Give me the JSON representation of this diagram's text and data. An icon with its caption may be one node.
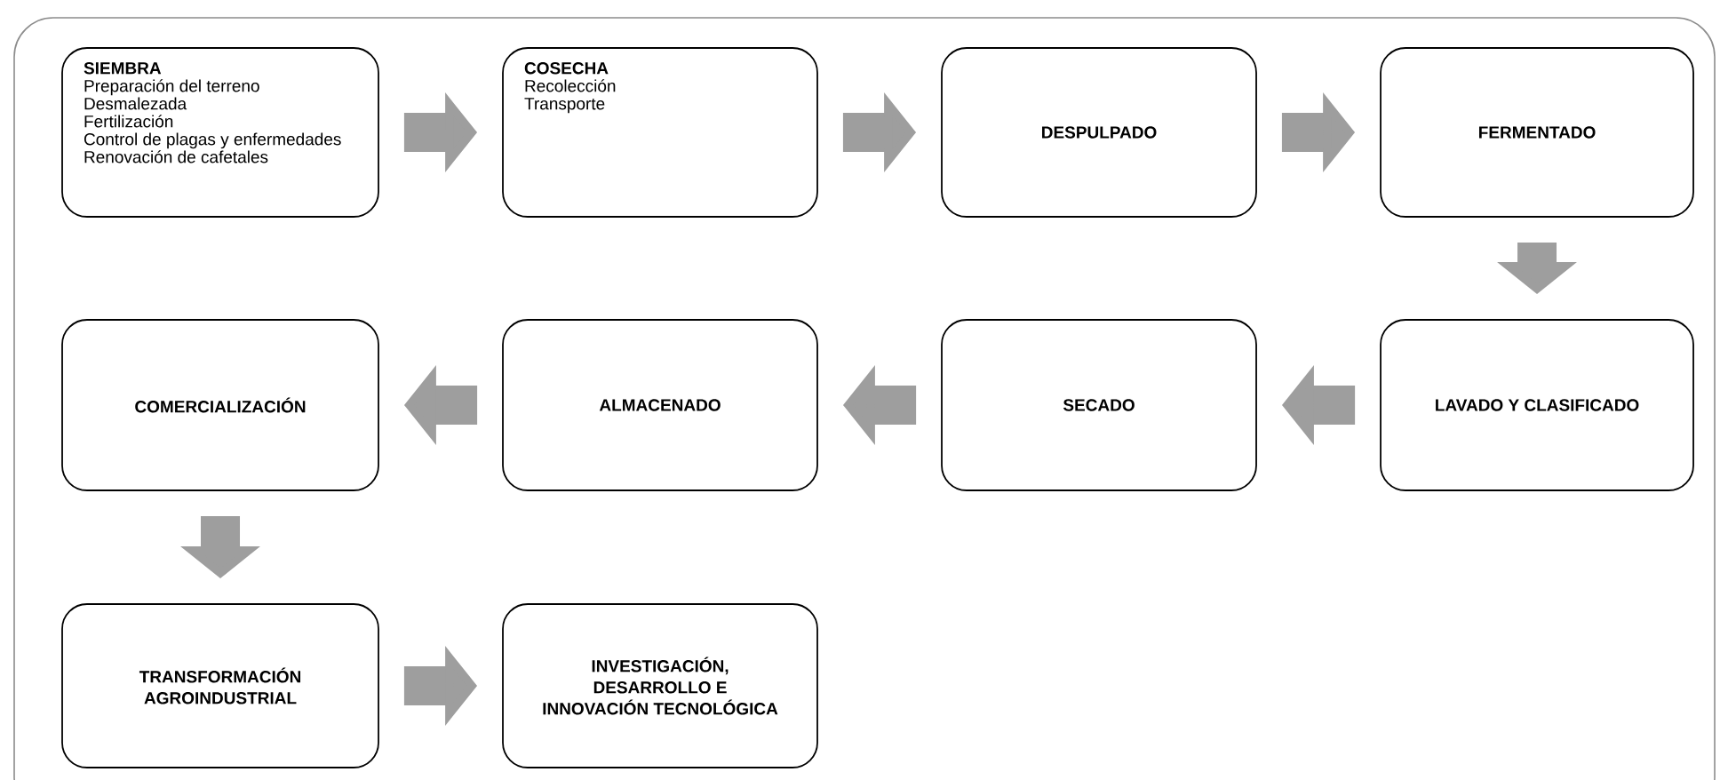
{
  "diagram": {
    "nodes": [
      {
        "text": [
          "SIEMBRA",
          "Preparación del terreno",
          "Desmalezada",
          "Fertilización",
          "Control de plagas y enfermedades",
          "Renovación de cafetales"
        ]
      },
      {
        "text": [
          "COSECHA",
          "Recolección",
          "Transporte"
        ]
      },
      {
        "text": [
          "DESPULPADO"
        ]
      },
      {
        "text": [
          "FERMENTADO"
        ]
      },
      {
        "text": [
          "LAVADO Y CLASIFICADO"
        ]
      },
      {
        "text": [
          "SECADO"
        ]
      },
      {
        "text": [
          "ALMACENADO"
        ]
      },
      {
        "text": [
          "COMERCIALIZACIÓN"
        ]
      },
      {
        "text": [
          "TRANSFORMACIÓN AGROINDUSTRIAL"
        ]
      },
      {
        "text": [
          "INVESTIGACIÓN, DESARROLLO E INNOVACIÓN TECNOLÓGICA"
        ]
      }
    ],
    "edges": [
      {
        "from": 0,
        "to": 1,
        "arrow": "to"
      },
      {
        "from": 1,
        "to": 2,
        "arrow": "to"
      },
      {
        "from": 2,
        "to": 3,
        "arrow": "to"
      },
      {
        "from": 3,
        "to": 4,
        "arrow": "to"
      },
      {
        "from": 4,
        "to": 5,
        "arrow": "to"
      },
      {
        "from": 5,
        "to": 6,
        "arrow": "to"
      },
      {
        "from": 6,
        "to": 7,
        "arrow": "to"
      },
      {
        "from": 7,
        "to": 8,
        "arrow": "to"
      },
      {
        "from": 8,
        "to": 9,
        "arrow": "to"
      }
    ]
  }
}
